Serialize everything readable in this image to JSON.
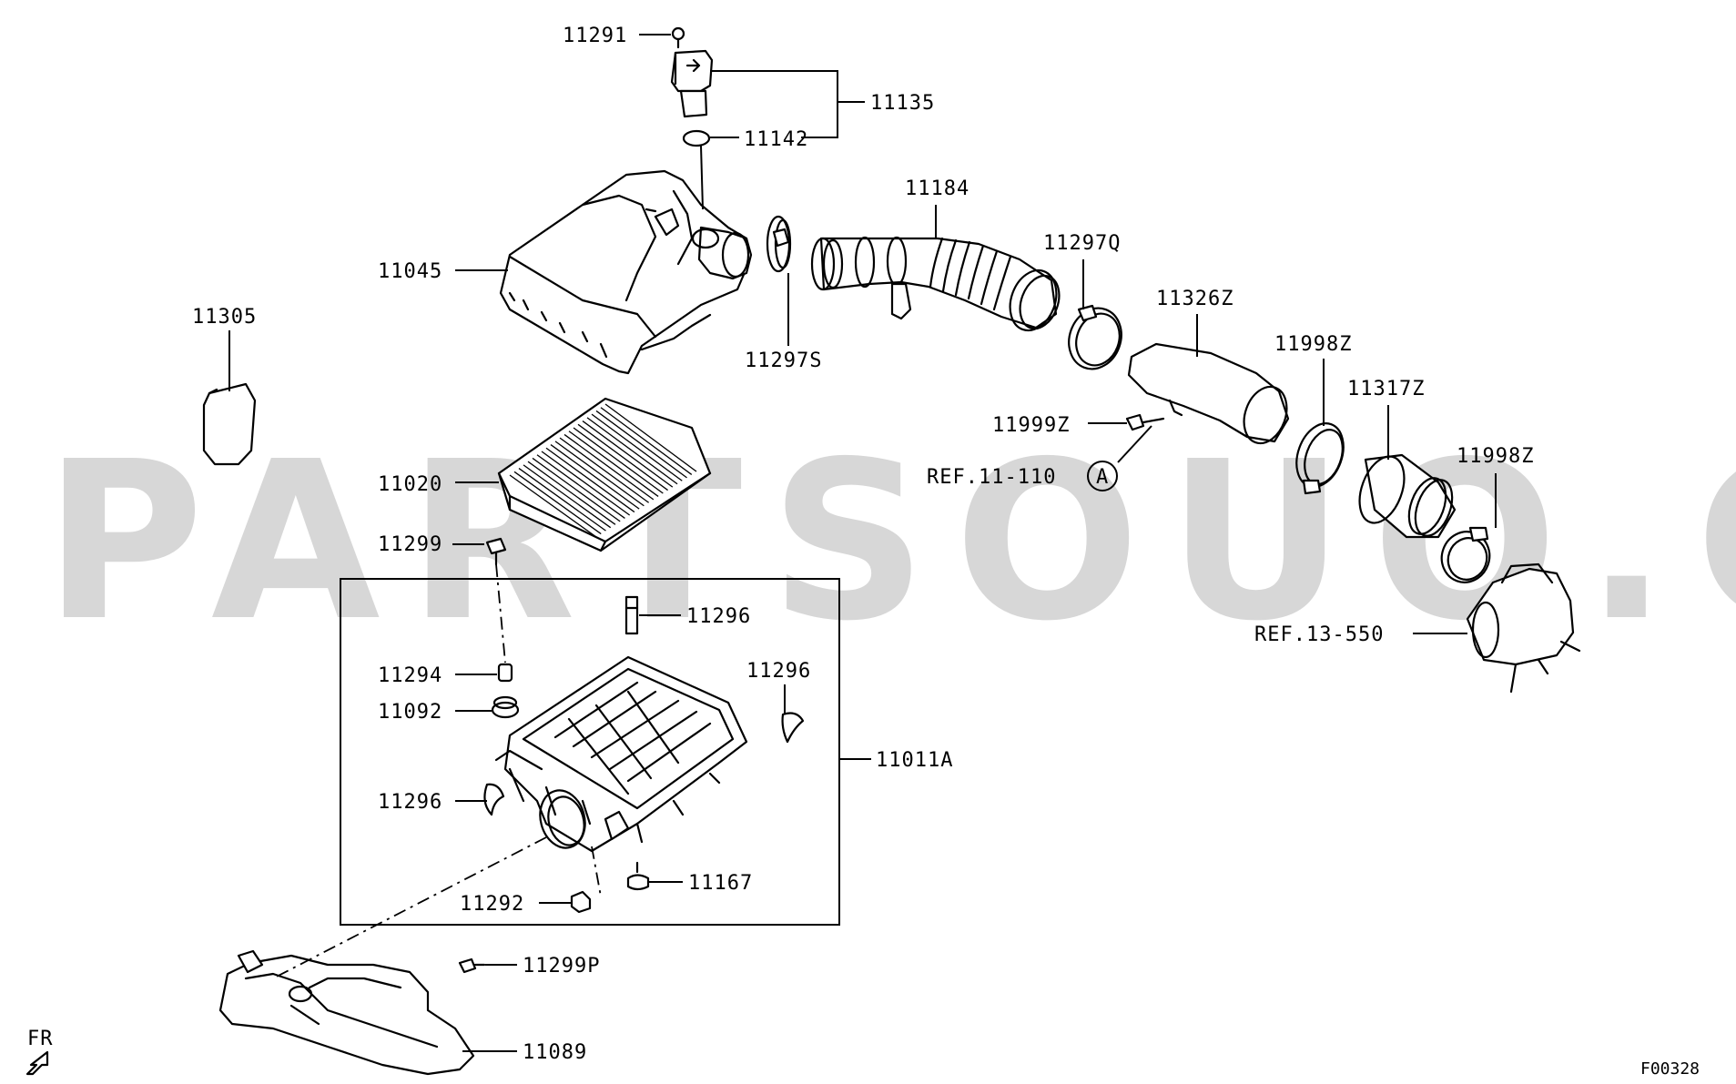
{
  "watermark": "PARTSOUQ.COM",
  "diagram_code": "F00328",
  "direction_marker": "FR",
  "labels": {
    "p11291": "11291",
    "p11135": "11135",
    "p11142": "11142",
    "p11184": "11184",
    "p11297q": "11297Q",
    "p11045": "11045",
    "p11326z": "11326Z",
    "p11305": "11305",
    "p11297s": "11297S",
    "p11998z_a": "11998Z",
    "p11317z": "11317Z",
    "p11999z": "11999Z",
    "p11998z_b": "11998Z",
    "ref_11_110": "REF.11-110",
    "ref_marker": "A",
    "p11020": "11020",
    "p11299": "11299",
    "p11296_a": "11296",
    "ref_13_550": "REF.13-550",
    "p11296_b": "11296",
    "p11294": "11294",
    "p11092": "11092",
    "p11011a": "11011A",
    "p11296_c": "11296",
    "p11167": "11167",
    "p11292": "11292",
    "p11299p": "11299P",
    "p11089": "11089"
  }
}
